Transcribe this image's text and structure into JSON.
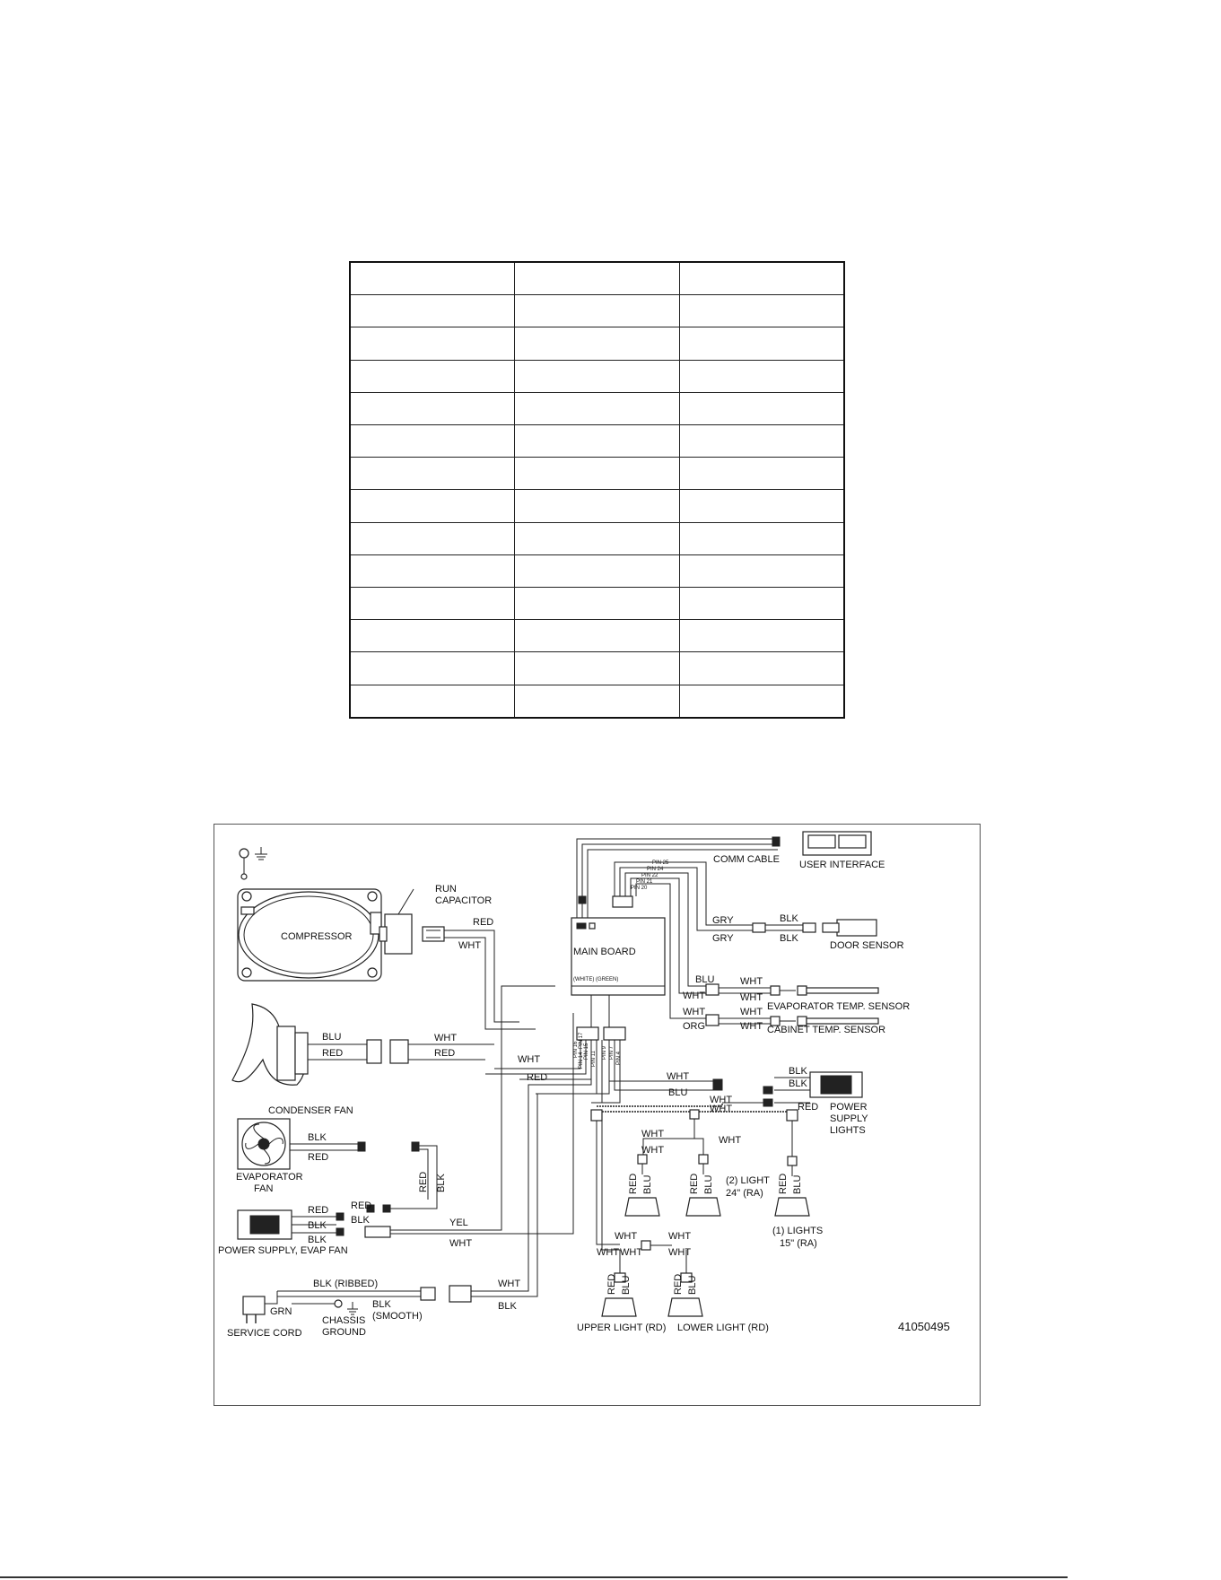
{
  "table": {
    "rows": 14,
    "cols": 3
  },
  "diagram": {
    "part_number": "41050495",
    "components": {
      "compressor": "COMPRESSOR",
      "run_capacitor_line1": "RUN",
      "run_capacitor_line2": "CAPACITOR",
      "condenser_fan": "CONDENSER FAN",
      "evaporator_fan_line1": "EVAPORATOR",
      "evaporator_fan_line2": "FAN",
      "power_supply_evap_fan": "POWER SUPPLY, EVAP FAN",
      "service_cord": "SERVICE CORD",
      "chassis_ground_line1": "CHASSIS",
      "chassis_ground_line2": "GROUND",
      "main_board": "MAIN BOARD",
      "main_board_sub": "(WHITE) (GREEN)",
      "comm_cable": "COMM CABLE",
      "user_interface": "USER INTERFACE",
      "door_sensor": "DOOR SENSOR",
      "evaporator_temp_sensor": "EVAPORATOR TEMP. SENSOR",
      "cabinet_temp_sensor": "CABINET TEMP. SENSOR",
      "power_supply_lights_line1": "POWER",
      "power_supply_lights_line2": "SUPPLY",
      "power_supply_lights_line3": "LIGHTS",
      "light_24_line1": "(2) LIGHT",
      "light_24_line2": "24\" (RA)",
      "light_15_line1": "(1) LIGHTS",
      "light_15_line2": "15\" (RA)",
      "upper_light": "UPPER LIGHT (RD)",
      "lower_light": "LOWER LIGHT (RD)"
    },
    "wires": {
      "red": "RED",
      "wht": "WHT",
      "blu": "BLU",
      "blk": "BLK",
      "gry": "GRY",
      "org": "ORG",
      "yel": "YEL",
      "grn": "GRN",
      "blk_ribbed": "BLK (RIBBED)",
      "blk_smooth_line1": "BLK",
      "blk_smooth_line2": "(SMOOTH)"
    },
    "pins": {
      "p25": "PIN 25",
      "p24": "PIN 24",
      "p22": "PIN 22",
      "p21": "PIN 21",
      "p20": "PIN 20",
      "p17": "PIN 17",
      "p16": "PIN 16",
      "p15": "PIN 15",
      "p14": "PIN 14",
      "p11": "PIN 11",
      "p9": "PIN 9",
      "p7": "PIN 7",
      "p4": "PIN 4"
    }
  }
}
